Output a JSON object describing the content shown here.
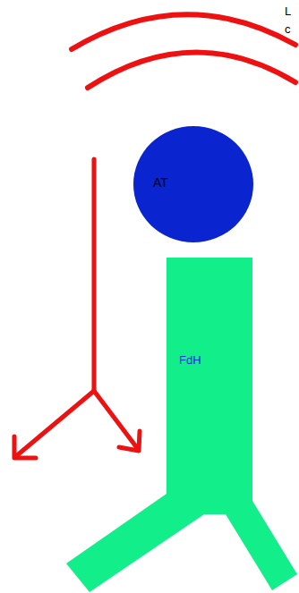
{
  "diagram": {
    "nodes": [
      {
        "text": [
          "AT"
        ]
      },
      {
        "text": [
          "FdH"
        ]
      }
    ],
    "labels": [
      "L",
      "c"
    ]
  }
}
